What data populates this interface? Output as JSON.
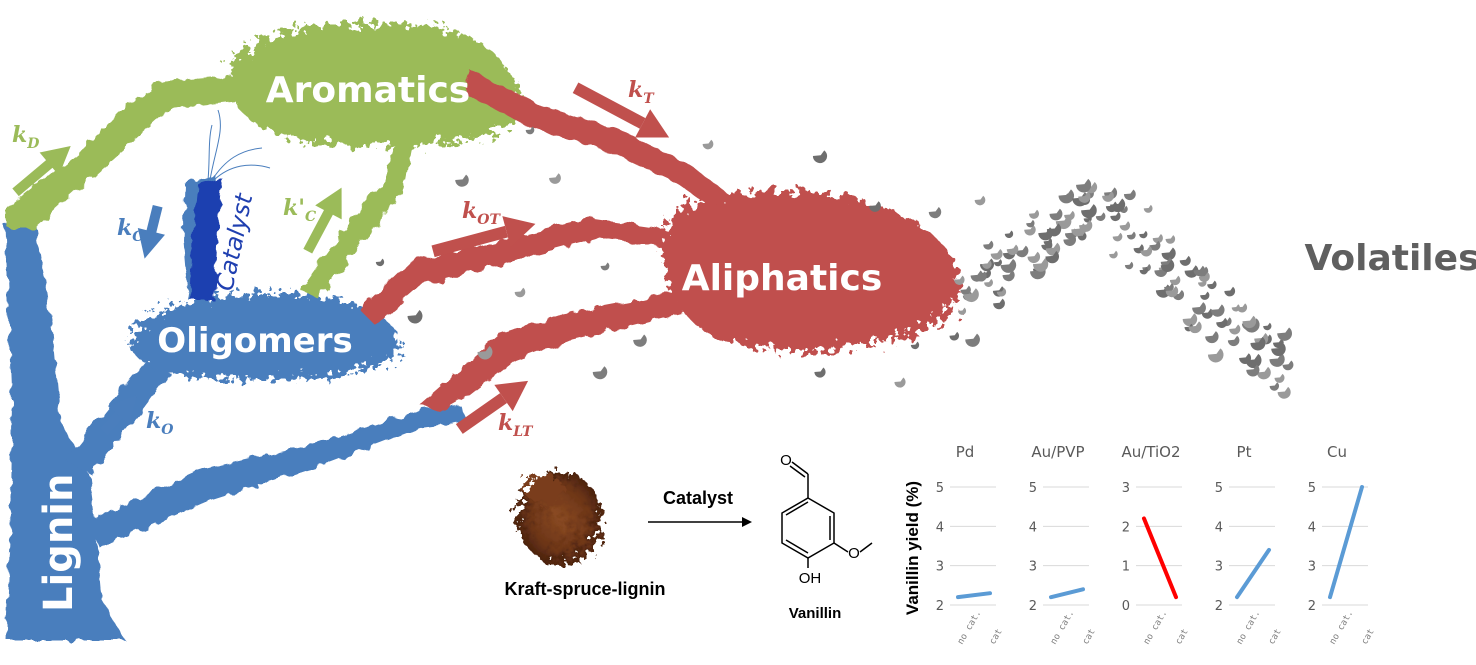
{
  "network": {
    "nodes": {
      "lignin": "Lignin",
      "oligomers": "Oligomers",
      "aromatics": "Aromatics",
      "aliphatics": "Aliphatics",
      "volatiles": "Volatiles",
      "catalyst": "Catalyst"
    },
    "rates": {
      "kD": {
        "main": "k",
        "sub": "D"
      },
      "kC": {
        "main": "k",
        "sub": "C"
      },
      "kC_prime": {
        "main": "k'",
        "sub": "C"
      },
      "kO": {
        "main": "k",
        "sub": "O"
      },
      "kT": {
        "main": "k",
        "sub": "T"
      },
      "kOT": {
        "main": "k",
        "sub": "OT"
      },
      "kLT": {
        "main": "k",
        "sub": "LT"
      }
    },
    "colors": {
      "lignin_blue": "#4a7ebd",
      "aromatic_green": "#9bbb59",
      "aliphatic_red": "#c0504d",
      "catalyst_navy": "#1f3fb0",
      "volatile_gray": "#8c8c8c"
    }
  },
  "reaction": {
    "reactant": "Kraft-spruce-lignin",
    "arrow_label": "Catalyst",
    "product": "Vanillin",
    "atom_O": "O",
    "atom_OH": "OH"
  },
  "yield_chart": {
    "ylabel": "Vanillin yield (%)",
    "xlabels": [
      "no cat.",
      "cat"
    ]
  },
  "chart_data": {
    "type": "line",
    "ylabel": "Vanillin yield (%)",
    "categories": [
      "no cat.",
      "cat"
    ],
    "panels": [
      {
        "title": "Pd",
        "ylim": [
          2,
          5
        ],
        "ticks": [
          "2",
          "3",
          "4",
          "5"
        ],
        "values": [
          2.2,
          2.3
        ],
        "color": "#5b9bd5"
      },
      {
        "title": "Au/PVP",
        "ylim": [
          2,
          5
        ],
        "ticks": [
          "2",
          "3",
          "4",
          "5"
        ],
        "values": [
          2.2,
          2.4
        ],
        "color": "#5b9bd5"
      },
      {
        "title": "Au/TiO2",
        "ylim": [
          0,
          3
        ],
        "ticks": [
          "0",
          "1",
          "2",
          "3"
        ],
        "values": [
          2.2,
          0.2
        ],
        "color": "#ff0000"
      },
      {
        "title": "Pt",
        "ylim": [
          2,
          5
        ],
        "ticks": [
          "2",
          "3",
          "4",
          "5"
        ],
        "values": [
          2.2,
          3.4
        ],
        "color": "#5b9bd5"
      },
      {
        "title": "Cu",
        "ylim": [
          2,
          5
        ],
        "ticks": [
          "2",
          "3",
          "4",
          "5"
        ],
        "values": [
          2.2,
          5.0
        ],
        "color": "#5b9bd5"
      }
    ]
  }
}
